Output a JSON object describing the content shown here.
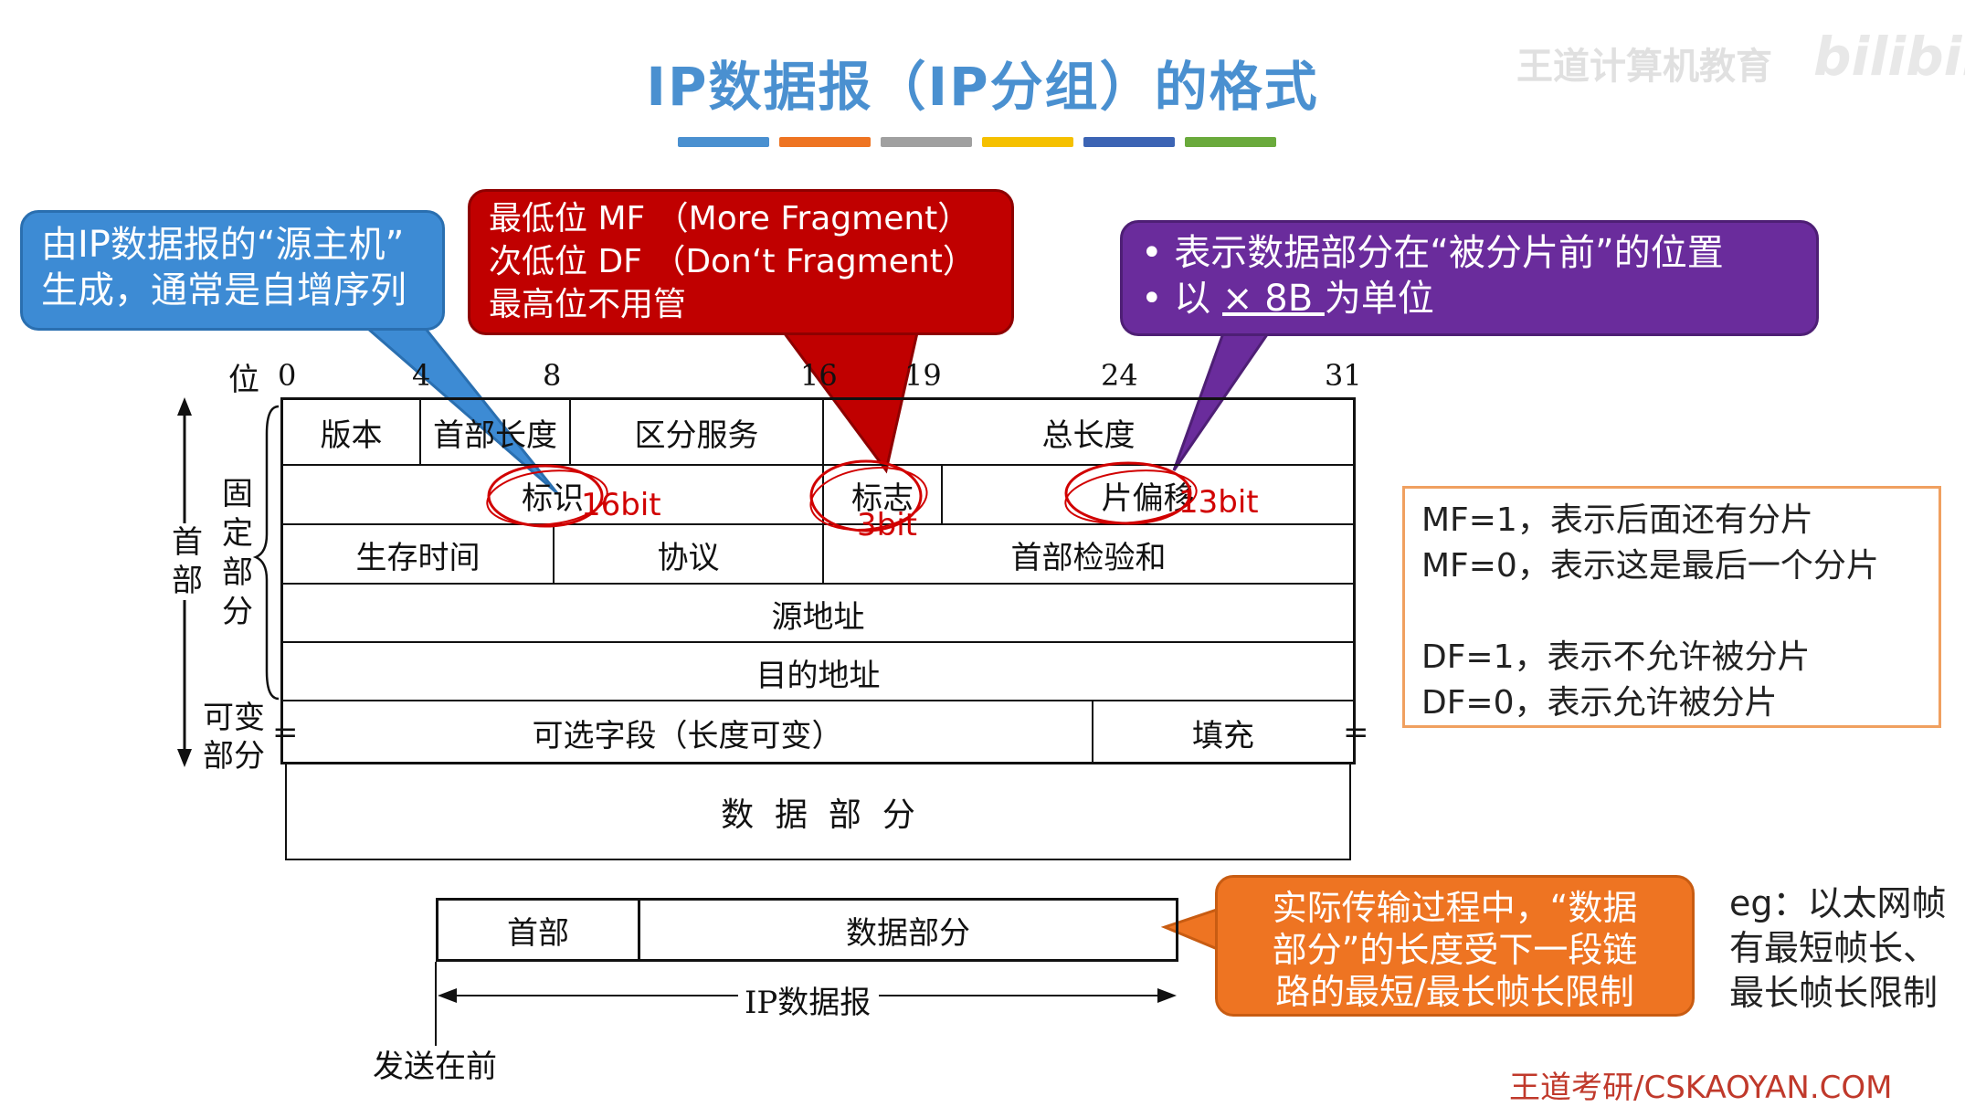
{
  "title": "IP数据报（IP分组）的格式",
  "watermark": "王道计算机教育",
  "watermark_logo": "bilibili",
  "footer_url": "王道考研/CSKAOYAN.COM",
  "colors": {
    "bars": [
      "#4a90d0",
      "#ee7422",
      "#a0a0a0",
      "#f5c000",
      "#3c64b4",
      "#6aaa3c"
    ],
    "callout_blue": "#3d8bd4",
    "callout_red": "#c00000",
    "callout_purple": "#6a2c9c",
    "callout_orange": "#ee7422",
    "annotation_red": "#d10000"
  },
  "callouts": {
    "blue": {
      "line1": "由IP数据报的“源主机”",
      "line2": "生成，通常是自增序列"
    },
    "red": {
      "line1": "最低位 MF （More Fragment）",
      "line2": "次低位 DF （Don‘t Fragment）",
      "line3": "最高位不用管"
    },
    "purple": {
      "bullet1": "•   表示数据部分在“被分片前”的位置",
      "bullet2_prefix": "•   以 ",
      "bullet2_underlined": "× 8B ",
      "bullet2_suffix": "为单位"
    },
    "orange": {
      "line1": "实际传输过程中，“数据",
      "line2": "部分”的长度受下一段链",
      "line3": "路的最短/最长帧长限制"
    }
  },
  "bit_ruler": {
    "label": "位",
    "marks": [
      "0",
      "4",
      "8",
      "16",
      "19",
      "24",
      "31"
    ]
  },
  "side_labels": {
    "header": "首部",
    "fixed_part": [
      "固",
      "定",
      "部",
      "分"
    ],
    "variable_part": [
      "可变",
      "部分"
    ]
  },
  "fields": {
    "version": "版本",
    "header_length": "首部长度",
    "dsf": "区分服务",
    "total_length": "总长度",
    "identification": "标识",
    "flags": "标志",
    "fragment_offset": "片偏移",
    "ttl": "生存时间",
    "protocol": "协议",
    "checksum": "首部检验和",
    "src_addr": "源地址",
    "dst_addr": "目的地址",
    "options": "可选字段（长度可变）",
    "padding": "填充",
    "data": "数  据  部  分"
  },
  "bit_annotations": {
    "identification": "16bit",
    "flags": "3bit",
    "fragment_offset": "13bit"
  },
  "info_box": {
    "mf1": "MF=1，表示后面还有分片",
    "mf0": "MF=0，表示这是最后一个分片",
    "df1": "DF=1，表示不允许被分片",
    "df0": "DF=0，表示允许被分片"
  },
  "bottom": {
    "header": "首部",
    "data": "数据部分",
    "datagram": "IP数据报",
    "send_first": "发送在前"
  },
  "note": {
    "line1": "eg：以太网帧",
    "line2": "有最短帧长、",
    "line3": "最长帧长限制"
  }
}
